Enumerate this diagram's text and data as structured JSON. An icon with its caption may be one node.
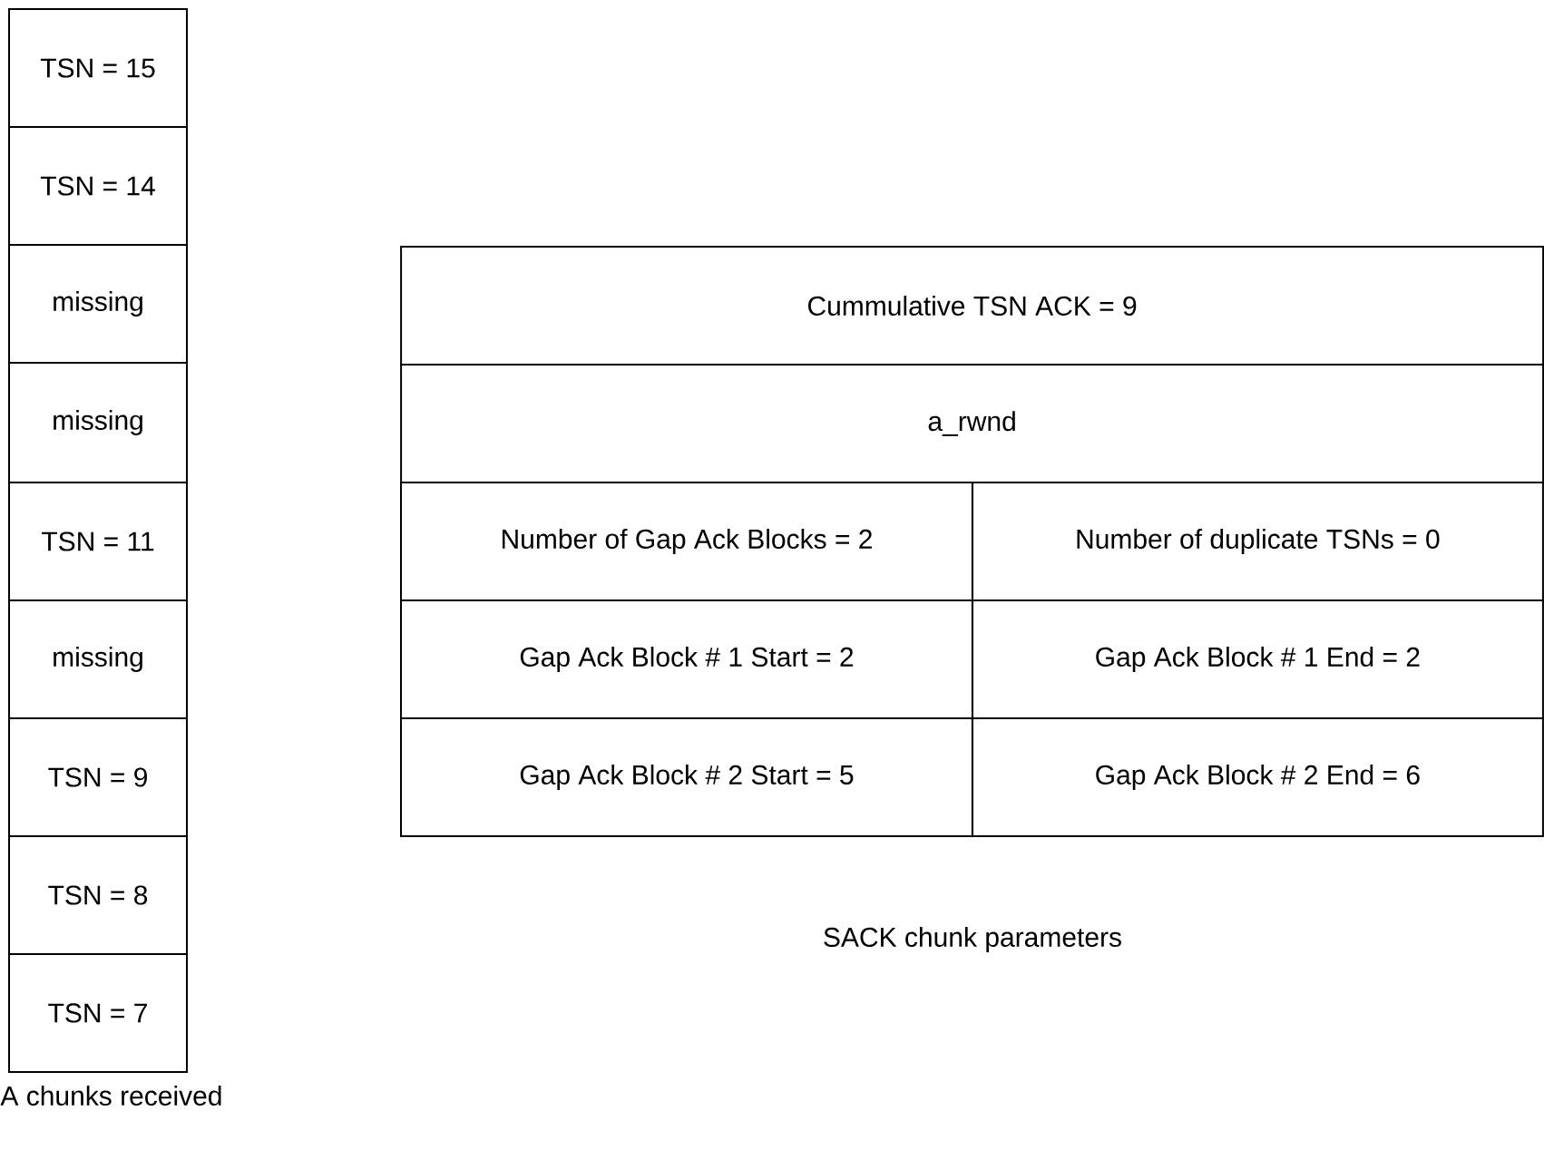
{
  "diagram": {
    "nodes": [
      {
        "text": [
          "TSN = 15"
        ]
      },
      {
        "text": [
          "TSN = 14"
        ]
      },
      {
        "text": [
          "missing"
        ]
      },
      {
        "text": [
          "missing"
        ]
      },
      {
        "text": [
          "TSN = 11"
        ]
      },
      {
        "text": [
          "missing"
        ]
      },
      {
        "text": [
          "TSN = 9"
        ]
      },
      {
        "text": [
          "TSN = 8"
        ]
      },
      {
        "text": [
          "TSN = 7"
        ]
      },
      {
        "text": [
          "Cummulative TSN ACK = 9"
        ]
      },
      {
        "text": [
          "a_rwnd"
        ]
      },
      {
        "text": [
          "Number of Gap Ack Blocks = 2"
        ]
      },
      {
        "text": [
          "Number of duplicate TSNs = 0"
        ]
      },
      {
        "text": [
          "Gap Ack Block # 1 Start = 2"
        ]
      },
      {
        "text": [
          "Gap Ack Block # 1 End = 2"
        ]
      },
      {
        "text": [
          "Gap Ack Block # 2 Start = 5"
        ]
      },
      {
        "text": [
          "Gap Ack Block # 2 End = 6"
        ]
      }
    ],
    "labels": [
      "SACK chunk parameters",
      "A chunks received"
    ]
  }
}
